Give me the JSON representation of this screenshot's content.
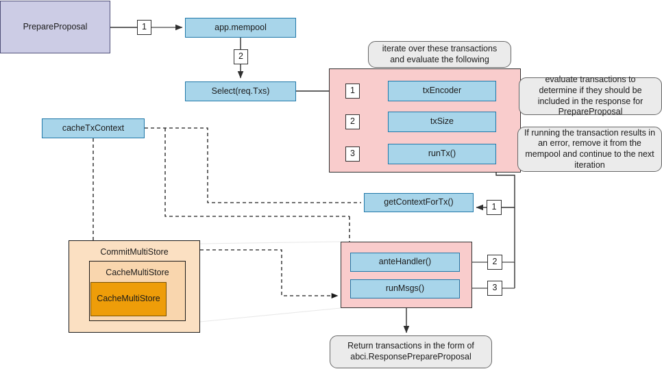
{
  "diagram": {
    "title": "PrepareProposal flow",
    "colors": {
      "lavender": "#ccccE5",
      "blue": "#a8d5ea",
      "pink_group": "#f9cccc",
      "callout_gray": "#ebebeb",
      "cream": "#fbe0c2",
      "orange": "#ee9d09"
    }
  },
  "nodes": {
    "prepare_proposal": "PrepareProposal",
    "app_mempool": "app.mempool",
    "select_req_txs": "Select(req.Txs)",
    "tx_encoder": "txEncoder",
    "tx_size": "txSize",
    "run_tx": "runTx()",
    "cache_tx_context": "cacheTxContext",
    "get_context_for_tx": "getContextForTx()",
    "ante_handler": "anteHandler()",
    "run_msgs": "runMsgs()",
    "commit_multi_store": "CommitMultiStore",
    "cache_multi_store_outer": "CacheMultiStore",
    "cache_multi_store_inner": "CacheMultiStore"
  },
  "callouts": {
    "iterate": "iterate over these transactions and evaluate the following",
    "evaluate": "evaluate transactions to determine if they should be included in the response for PrepareProposal",
    "error": "If running the transaction results in an error, remove it from the mempool and continue to the next iteration",
    "return": "Return transactions in the form of abci.ResponsePrepareProposal"
  },
  "badges": {
    "b1_prepare_to_mempool": "1",
    "b2_mempool_to_select": "2",
    "b1_txencoder": "1",
    "b2_txsize": "2",
    "b3_runtx": "3",
    "b1_getcontext": "1",
    "b2_antehandler": "2",
    "b3_runmsgs": "3"
  }
}
